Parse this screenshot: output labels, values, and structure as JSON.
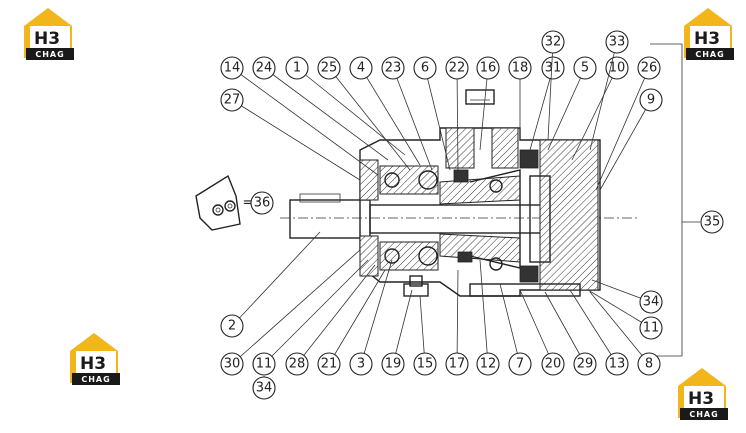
{
  "logo": {
    "mark": "H3",
    "sub": "CHAG",
    "colors": {
      "house": "#f2b51c",
      "plate": "#1a1a1a"
    }
  },
  "callouts": {
    "top": [
      "14",
      "24",
      "1",
      "25",
      "4",
      "23",
      "6",
      "22",
      "16",
      "18",
      "31",
      "5",
      "10",
      "26"
    ],
    "upper": [
      "32",
      "33"
    ],
    "left": [
      "27",
      "36",
      "2"
    ],
    "right": [
      "9",
      "35",
      "34",
      "11"
    ],
    "bottom": [
      "30",
      "11",
      "28",
      "21",
      "3",
      "19",
      "15",
      "17",
      "12",
      "7",
      "20",
      "29",
      "13",
      "8"
    ],
    "bottom_extra": [
      "34"
    ]
  },
  "equals_sign": "="
}
